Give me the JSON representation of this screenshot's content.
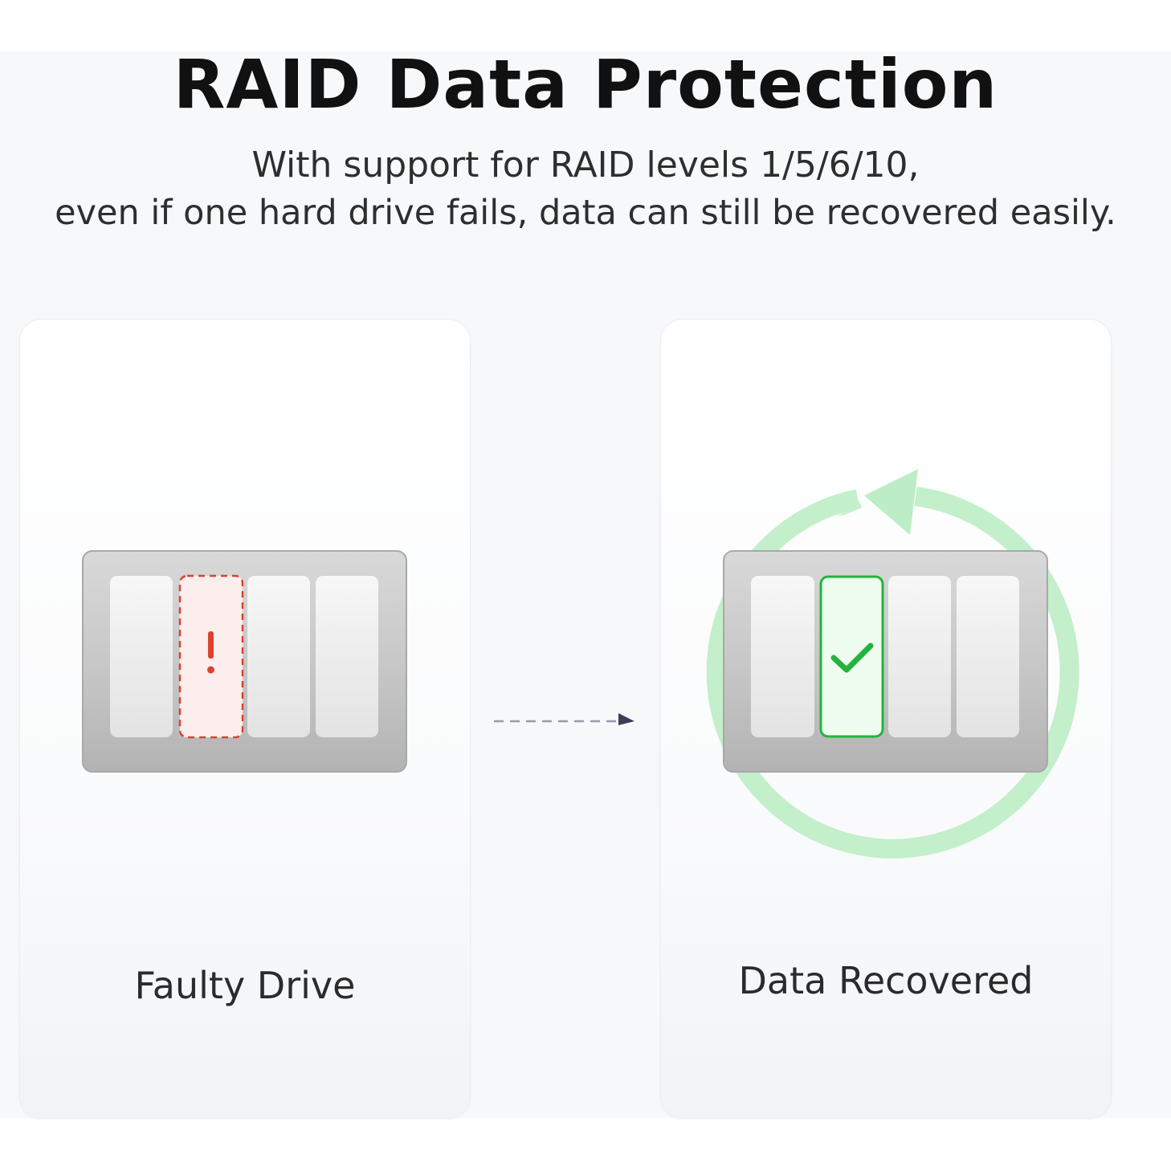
{
  "header": {
    "title": "RAID Data Protection",
    "subtitle_line1": "With support for RAID levels 1/5/6/10,",
    "subtitle_line2": "even if one hard drive fails, data can still be recovered easily."
  },
  "cards": {
    "faulty": {
      "label": "Faulty Drive",
      "status_symbol": "!",
      "status_icon": "exclamation-icon",
      "accent_color": "#d9432f"
    },
    "recovered": {
      "label": "Data Recovered",
      "status_icon": "checkmark-icon",
      "accent_color": "#22b43c",
      "ring_icon": "recovery-cycle-icon",
      "ring_color": "#c3efcb"
    }
  },
  "connector": {
    "icon": "dashed-arrow-icon",
    "color": "#3d3d55"
  }
}
